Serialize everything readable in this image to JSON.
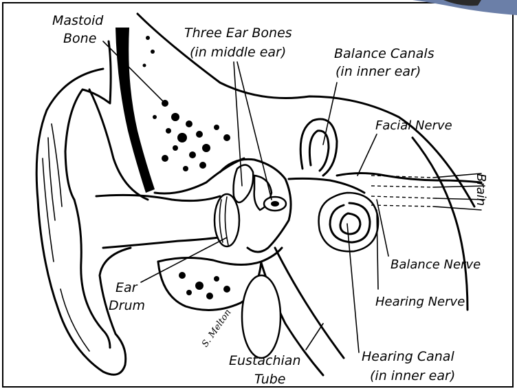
{
  "labels": {
    "mastoid_line1": "Mastoid",
    "mastoid_line2": "Bone",
    "ear_bones_line1": "Three Ear Bones",
    "ear_bones_line2": "(in middle ear)",
    "balance_canals_line1": "Balance Canals",
    "balance_canals_line2": "(in inner ear)",
    "facial_nerve": "Facial Nerve",
    "brain": "Brain",
    "balance_nerve": "Balance Nerve",
    "hearing_nerve": "Hearing Nerve",
    "ear_drum_line1": "Ear",
    "ear_drum_line2": "Drum",
    "eustachian_line1": "Eustachian",
    "eustachian_line2": "Tube",
    "hearing_canal_line1": "Hearing Canal",
    "hearing_canal_line2": "(in inner ear)"
  },
  "signature": "S. Melton",
  "colors": {
    "ink": "#000000",
    "paper": "#ffffff"
  }
}
